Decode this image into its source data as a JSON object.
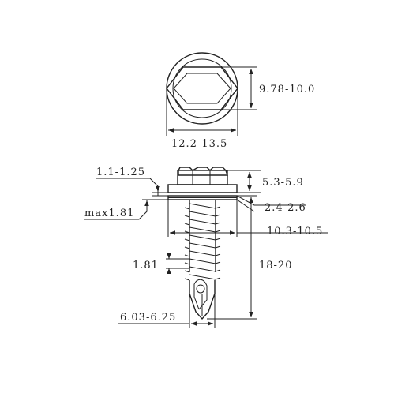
{
  "diagram": {
    "dimensions": {
      "head_flat_width": "9.78-10.0",
      "flange_diameter": "12.2-13.5",
      "washer_thickness": "1.1-1.25",
      "washer_gap": "max1.81",
      "head_height": "5.3-5.9",
      "washer_height": "2.4-2.6",
      "thread_diameter": "10.3-10.5",
      "thread_pitch": "1.81",
      "length": "18-20",
      "drill_point": "6.03-6.25"
    }
  }
}
